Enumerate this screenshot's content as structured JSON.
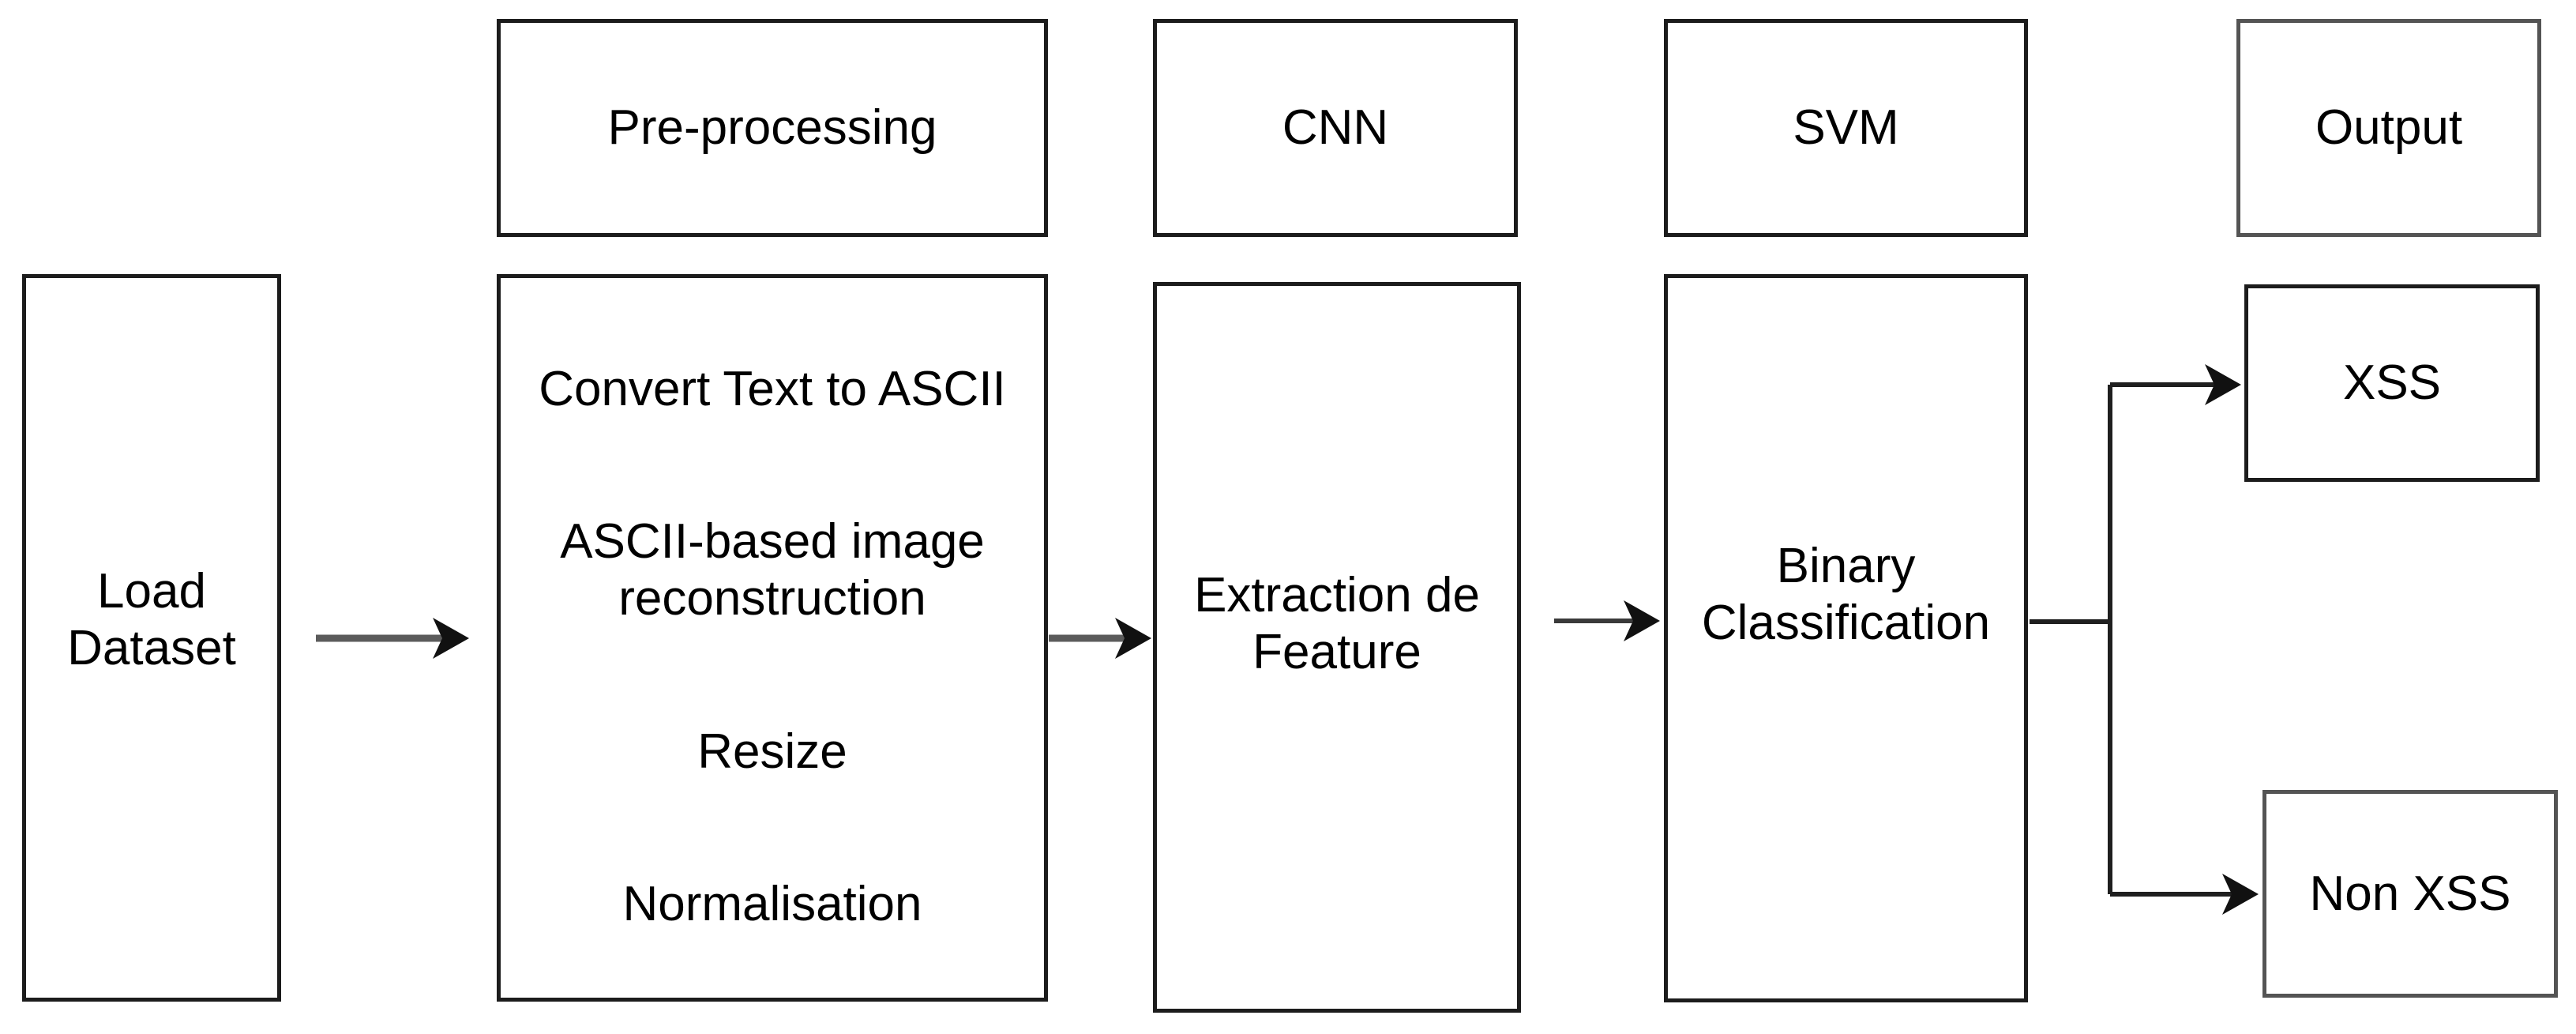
{
  "diagram": {
    "nodes": {
      "load_dataset": {
        "label": "Load Dataset"
      },
      "preprocessing": {
        "header": "Pre-processing",
        "steps": [
          "Convert Text to ASCII",
          "ASCII-based image reconstruction",
          "Resize",
          "Normalisation"
        ]
      },
      "cnn": {
        "header": "CNN",
        "content": "Extraction de Feature"
      },
      "svm": {
        "header": "SVM",
        "content": "Binary Classification"
      },
      "output": {
        "header": "Output",
        "classes": [
          "XSS",
          "Non XSS"
        ]
      }
    },
    "colors": {
      "background": "#ffffff",
      "box_border": "#1c1c1c",
      "box_border_light": "#545454",
      "arrow_shaft": "#5b5b5b",
      "arrow_line": "#1f1f1f",
      "arrow_head": "#111111",
      "text": "#000000"
    }
  }
}
